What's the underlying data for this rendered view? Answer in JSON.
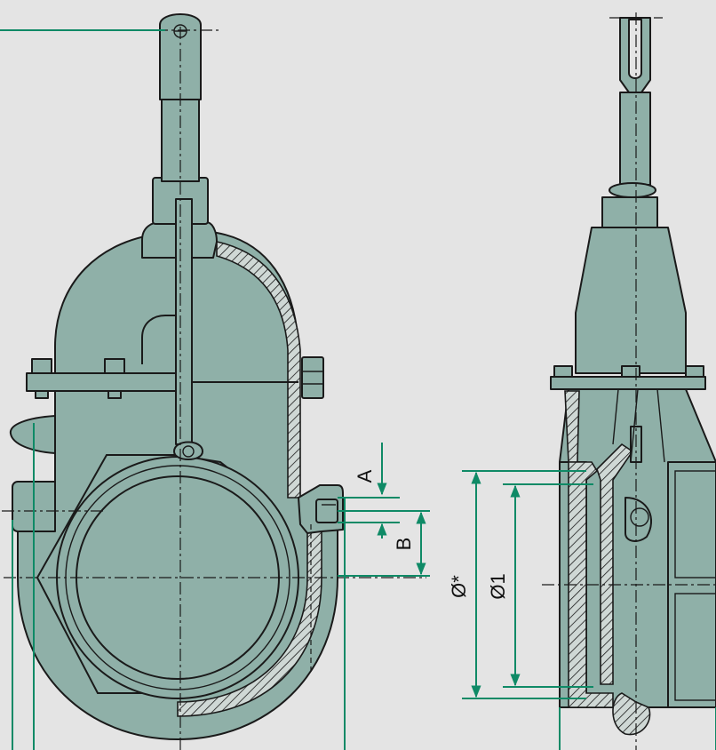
{
  "labels": {
    "dim_a": "A",
    "dim_b": "B",
    "dim_outer_diameter": "Ø*",
    "dim_inner_diameter": "Ø1"
  },
  "colors": {
    "background": "#e4e4e4",
    "body_fill": "#8fb0a8",
    "dimension_lines": "#0f8a66",
    "outline": "#1a1a1a"
  }
}
